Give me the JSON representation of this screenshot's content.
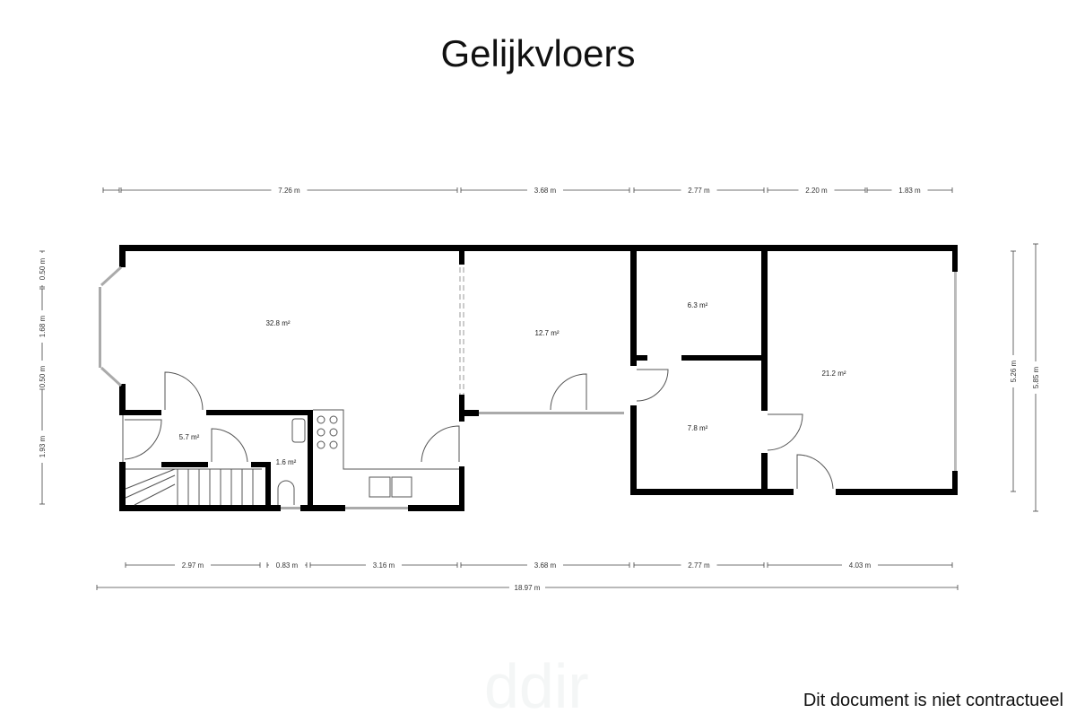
{
  "title": "Gelijkvloers",
  "footer": "Dit document is niet contractueel",
  "watermark": "ddir",
  "rooms": [
    "32.8 m²",
    "12.7 m²",
    "6.3 m²",
    "7.8 m²",
    "21.2 m²",
    "5.7 m²",
    "1.6 m²"
  ],
  "dimensions": {
    "top": [
      "7.26 m",
      "3.68 m",
      "2.77 m",
      "2.20 m",
      "1.83 m"
    ],
    "left": [
      "0.50 m",
      "1.68 m",
      "0.50 m",
      "1.93 m"
    ],
    "right": [
      "5.26 m",
      "5.85 m"
    ],
    "bottom": [
      "2.97 m",
      "0.83 m",
      "3.16 m",
      "3.68 m",
      "2.77 m",
      "4.03 m"
    ],
    "total": "18.97 m"
  },
  "colors": {
    "wall": "#000000",
    "line": "#444444"
  }
}
